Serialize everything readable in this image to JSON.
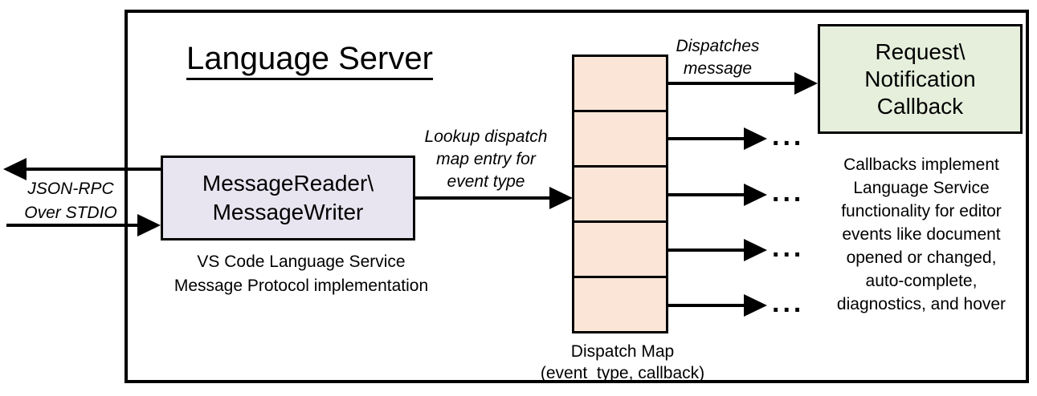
{
  "diagram": {
    "title": "Language Server",
    "colors": {
      "outline": "#000000",
      "message_box_fill": "#E8E5F0",
      "dispatch_map_fill": "#FBE5D6",
      "callback_box_fill": "#E6EFDC"
    },
    "left_channel": {
      "line1": "JSON-RPC",
      "line2": "Over STDIO"
    },
    "message_box": {
      "line1": "MessageReader\\",
      "line2": "MessageWriter"
    },
    "message_caption": {
      "line1": "VS Code Language Service",
      "line2": "Message Protocol implementation"
    },
    "lookup_label": {
      "line1": "Lookup dispatch",
      "line2": "map entry for",
      "line3": "event type"
    },
    "dispatches_label": {
      "line1": "Dispatches",
      "line2": "message"
    },
    "callback_box": {
      "line1": "Request\\",
      "line2": "Notification",
      "line3": "Callback"
    },
    "callbacks_note_lines": [
      "Callbacks implement",
      "Language Service",
      "functionality for editor",
      "events like document",
      "opened or changed,",
      "auto-complete,",
      "diagnostics, and hover"
    ],
    "dispatch_map_label": {
      "line1": "Dispatch Map",
      "line2": "(event_type, callback)"
    },
    "dispatch_map": {
      "cell_count": 5
    },
    "ellipsis": "..."
  }
}
